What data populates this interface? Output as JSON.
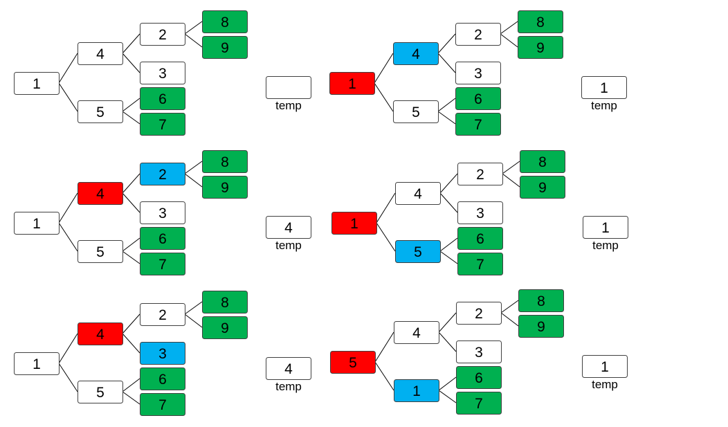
{
  "colors": {
    "default": "#ffffff",
    "current": "#ff0000",
    "compare": "#00b0f0",
    "leaf": "#00b050",
    "stroke": "#404040"
  },
  "temp_label": "temp",
  "panels": [
    {
      "nodes": {
        "n1": {
          "v": "1",
          "c": "default"
        },
        "n4": {
          "v": "4",
          "c": "default"
        },
        "n5": {
          "v": "5",
          "c": "default"
        },
        "n2": {
          "v": "2",
          "c": "default"
        },
        "n3": {
          "v": "3",
          "c": "default"
        },
        "n6": {
          "v": "6",
          "c": "leaf"
        },
        "n7": {
          "v": "7",
          "c": "leaf"
        },
        "n8": {
          "v": "8",
          "c": "leaf"
        },
        "n9": {
          "v": "9",
          "c": "leaf"
        }
      },
      "temp": ""
    },
    {
      "nodes": {
        "n1": {
          "v": "1",
          "c": "current"
        },
        "n4": {
          "v": "4",
          "c": "compare"
        },
        "n5": {
          "v": "5",
          "c": "default"
        },
        "n2": {
          "v": "2",
          "c": "default"
        },
        "n3": {
          "v": "3",
          "c": "default"
        },
        "n6": {
          "v": "6",
          "c": "leaf"
        },
        "n7": {
          "v": "7",
          "c": "leaf"
        },
        "n8": {
          "v": "8",
          "c": "leaf"
        },
        "n9": {
          "v": "9",
          "c": "leaf"
        }
      },
      "temp": "1"
    },
    {
      "nodes": {
        "n1": {
          "v": "1",
          "c": "default"
        },
        "n4": {
          "v": "4",
          "c": "current"
        },
        "n5": {
          "v": "5",
          "c": "default"
        },
        "n2": {
          "v": "2",
          "c": "compare"
        },
        "n3": {
          "v": "3",
          "c": "default"
        },
        "n6": {
          "v": "6",
          "c": "leaf"
        },
        "n7": {
          "v": "7",
          "c": "leaf"
        },
        "n8": {
          "v": "8",
          "c": "leaf"
        },
        "n9": {
          "v": "9",
          "c": "leaf"
        }
      },
      "temp": "4"
    },
    {
      "nodes": {
        "n1": {
          "v": "1",
          "c": "current"
        },
        "n4": {
          "v": "4",
          "c": "default"
        },
        "n5": {
          "v": "5",
          "c": "compare"
        },
        "n2": {
          "v": "2",
          "c": "default"
        },
        "n3": {
          "v": "3",
          "c": "default"
        },
        "n6": {
          "v": "6",
          "c": "leaf"
        },
        "n7": {
          "v": "7",
          "c": "leaf"
        },
        "n8": {
          "v": "8",
          "c": "leaf"
        },
        "n9": {
          "v": "9",
          "c": "leaf"
        }
      },
      "temp": "1"
    },
    {
      "nodes": {
        "n1": {
          "v": "1",
          "c": "default"
        },
        "n4": {
          "v": "4",
          "c": "current"
        },
        "n5": {
          "v": "5",
          "c": "default"
        },
        "n2": {
          "v": "2",
          "c": "default"
        },
        "n3": {
          "v": "3",
          "c": "compare"
        },
        "n6": {
          "v": "6",
          "c": "leaf"
        },
        "n7": {
          "v": "7",
          "c": "leaf"
        },
        "n8": {
          "v": "8",
          "c": "leaf"
        },
        "n9": {
          "v": "9",
          "c": "leaf"
        }
      },
      "temp": "4"
    },
    {
      "nodes": {
        "n1": {
          "v": "5",
          "c": "current"
        },
        "n4": {
          "v": "4",
          "c": "default"
        },
        "n5": {
          "v": "1",
          "c": "compare"
        },
        "n2": {
          "v": "2",
          "c": "default"
        },
        "n3": {
          "v": "3",
          "c": "default"
        },
        "n6": {
          "v": "6",
          "c": "leaf"
        },
        "n7": {
          "v": "7",
          "c": "leaf"
        },
        "n8": {
          "v": "8",
          "c": "leaf"
        },
        "n9": {
          "v": "9",
          "c": "leaf"
        }
      },
      "temp": "1"
    }
  ]
}
